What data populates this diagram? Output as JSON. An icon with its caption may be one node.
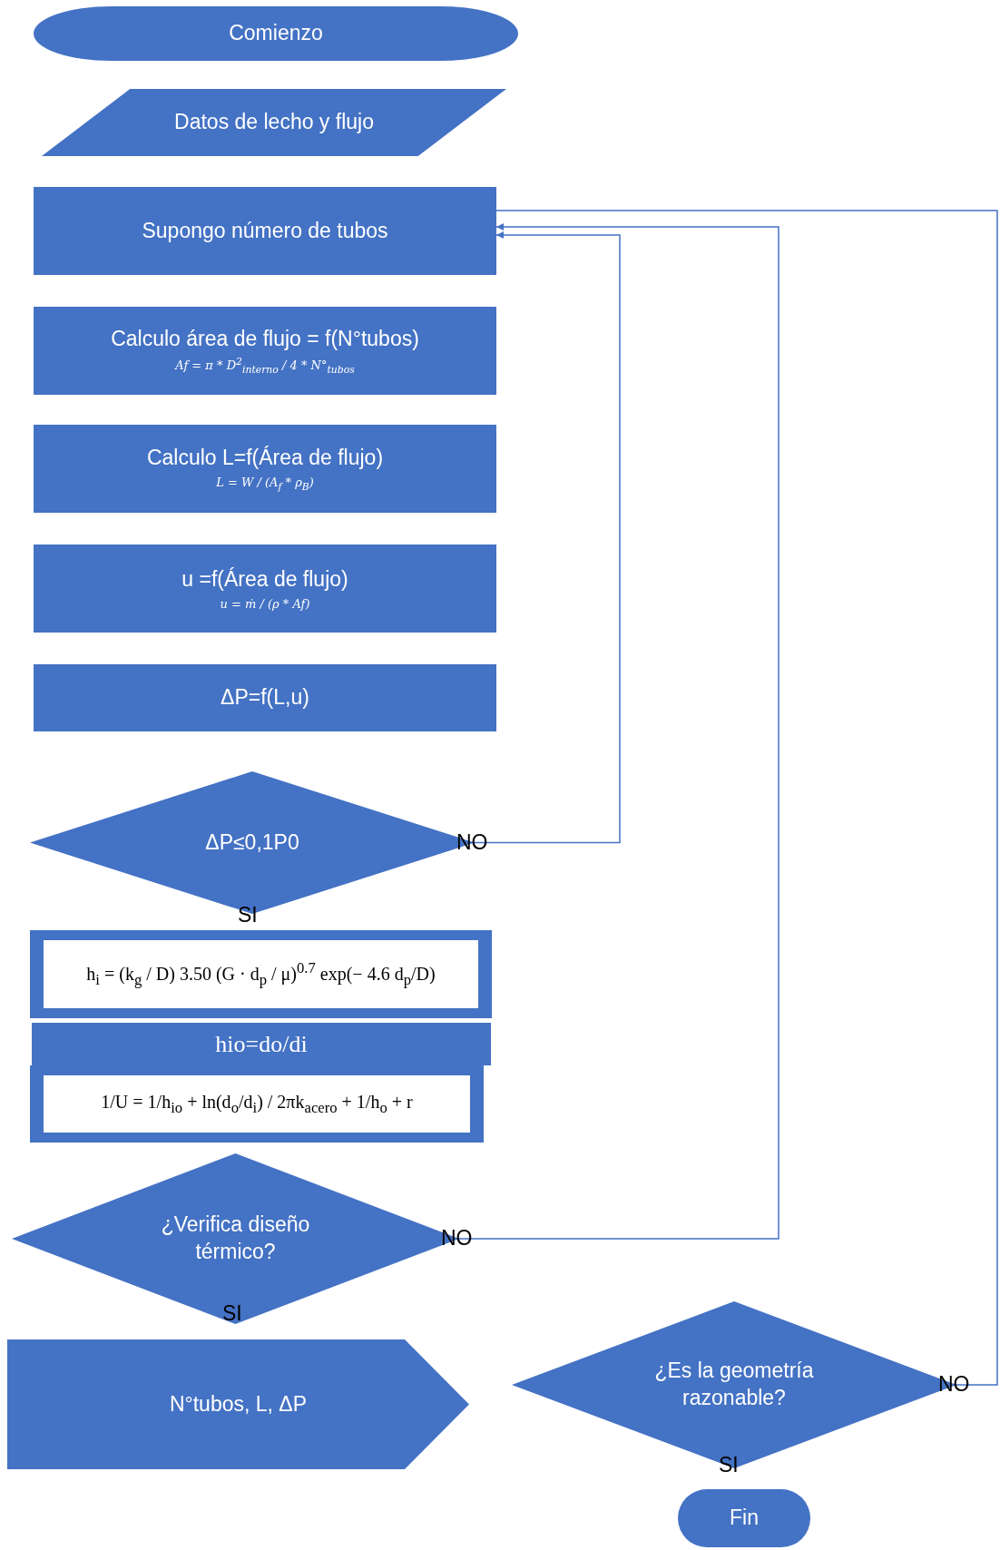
{
  "diagram": {
    "nodes": [
      {
        "text": [
          "Comienzo"
        ]
      },
      {
        "text": [
          "Datos de lecho y  flujo"
        ]
      },
      {
        "text": [
          "Supongo número de tubos"
        ]
      },
      {
        "text": [
          "Calculo área de flujo = f(N°tubos)",
          "Af = π * D$^{2}$$_{interno}$ / 4 * N°$_{tubos}$"
        ]
      },
      {
        "text": [
          "Calculo L=f(Área de flujo)",
          "L = W / (A$_{f}$ * ρ$_{B}$)"
        ]
      },
      {
        "text": [
          "u =f(Área de flujo)",
          "u = ṁ / (ρ * Af)"
        ]
      },
      {
        "text": [
          "ΔP=f(L,u)"
        ]
      },
      {
        "text": [
          "ΔP≤0,1P0"
        ]
      },
      {
        "text": [
          "h$_{i}$ = (k$_{g}$ / D) 3.50 (G · d$_{p}$ / μ)$^{0.7}$ exp(− 4.6 d$_{p}$/D)"
        ]
      },
      {
        "text": [
          "hio=do/di"
        ]
      },
      {
        "text": [
          "1/U = 1/h$_{io}$ + ln(d$_{o}$/d$_{i}$) / 2πk$_{acero}$ + 1/h$_{o}$ + r"
        ]
      },
      {
        "text": [
          "¿Verifica diseño térmico?"
        ]
      },
      {
        "text": [
          "N°tubos, L, ΔP"
        ]
      },
      {
        "text": [
          "¿Es la geometría razonable?"
        ]
      },
      {
        "text": [
          "Fin"
        ]
      }
    ],
    "edges": [
      {
        "from": 7,
        "to": 2,
        "arrow": "to",
        "label": "NO"
      },
      {
        "from": 11,
        "to": 2,
        "arrow": "to",
        "label": "NO"
      },
      {
        "from": 13,
        "to": 2,
        "arrow": "none",
        "label": "NO"
      }
    ],
    "labels": [
      "SI",
      "SI",
      "SI"
    ]
  }
}
